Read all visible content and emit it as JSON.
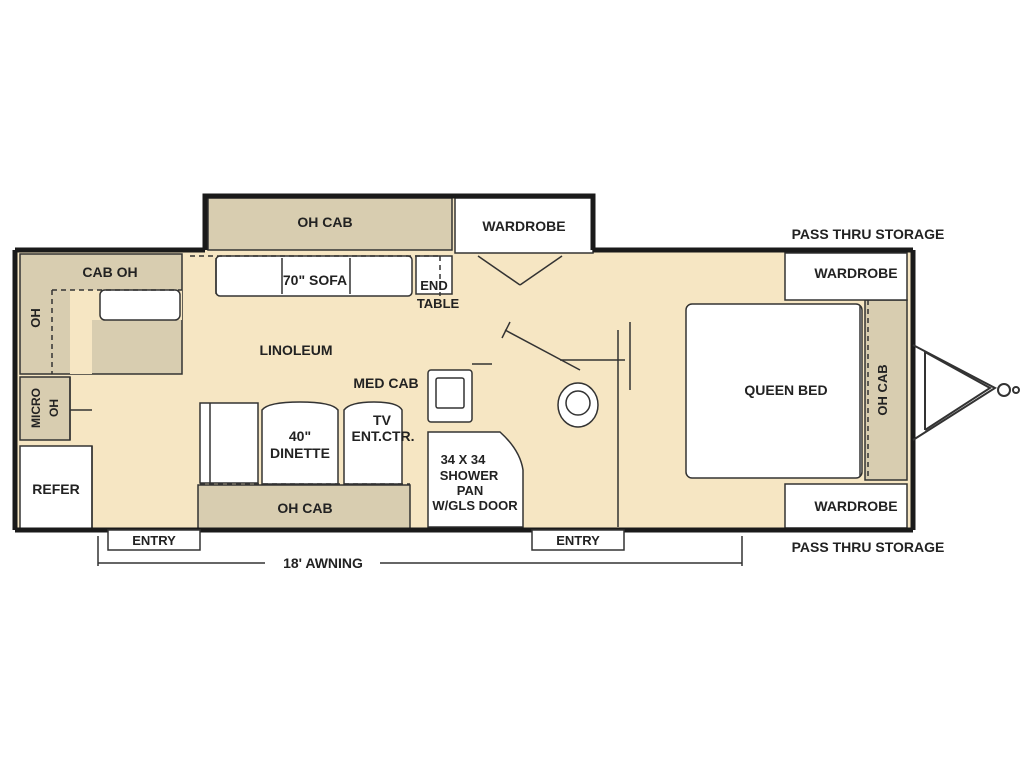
{
  "colors": {
    "floor": "#f6e6c3",
    "cabinet": "#d8cdb0",
    "wall": "#1a1a1a",
    "appliance": "#ffffff",
    "line": "#333333"
  },
  "labels": {
    "oh_cab_top": "OH CAB",
    "wardrobe_top": "WARDROBE",
    "pass_thru_storage_top": "PASS THRU STORAGE",
    "wardrobe_right_top": "WARDROBE",
    "cab_oh": "CAB OH",
    "oh_left": "OH",
    "sofa": "70\" SOFA",
    "end_table_1": "END",
    "end_table_2": "TABLE",
    "linoleum": "LINOLEUM",
    "med_cab": "MED CAB",
    "micro_1": "MICRO",
    "micro_2": "OH",
    "queen_bed": "QUEEN BED",
    "oh_cab_right": "OH CAB",
    "dinette_1": "40\"",
    "dinette_2": "DINETTE",
    "tv_1": "TV",
    "tv_2": "ENT.CTR.",
    "shower_1": "34 X 34",
    "shower_2": "SHOWER",
    "shower_3": "PAN",
    "shower_4": "W/GLS DOOR",
    "refer": "REFER",
    "oh_cab_bottom": "OH CAB",
    "wardrobe_right_bottom": "WARDROBE",
    "entry_left": "ENTRY",
    "entry_right": "ENTRY",
    "pass_thru_storage_bottom": "PASS THRU STORAGE",
    "awning": "18' AWNING"
  }
}
